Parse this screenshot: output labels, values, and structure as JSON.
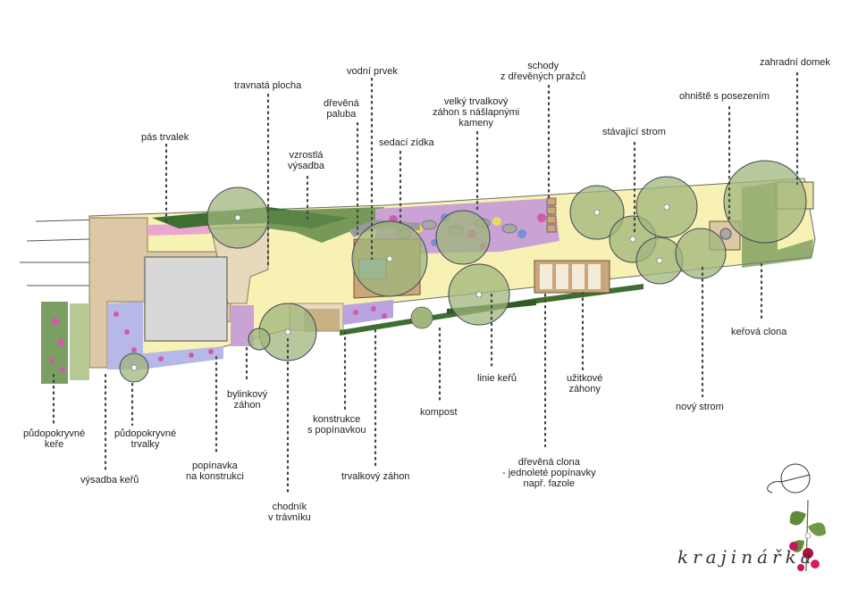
{
  "labels": {
    "zahradni_domek": "zahradní domek",
    "ohniste": "ohniště s posezením",
    "schody": "schody\nz dřevěných pražců",
    "vodni_prvek": "vodní prvek",
    "travnata_plocha": "travnatá plocha",
    "drevena_paluba": "dřevěná\npaluba",
    "velky_trvalkovy": "velký trvalkový\nzáhon s nášlapnými\nkameny",
    "pas_trvalek": "pás trvalek",
    "vzrostla_vysadba": "vzrostlá\nvýsadba",
    "sedaci_zidka": "sedací zídka",
    "stavajici_strom": "stávající strom",
    "kerova_clona": "keřová clona",
    "linie_keru": "linie keřů",
    "uzitkove_zahony": "užitkové\nzáhony",
    "bylinkovy_zahon": "bylinkový\nzáhon",
    "novy_strom": "nový strom",
    "kompost": "kompost",
    "konstrukce": "konstrukce\ns popínavkou",
    "pudopokryvne_kere": "půdopokryvné\nkeře",
    "pudopokryvne_trvalky": "půdopokryvné\ntrvalky",
    "popinavka": "popínavka\nna konstrukci",
    "drevena_clona": "dřevěná clona\n- jednoleté popínavky\nnapř. fazole",
    "vysadba_keru": "výsadba keřů",
    "trvalkovy_zahon": "trvalkový záhon",
    "chodnik": "chodník\nv trávníku"
  },
  "brand": "krajinářka",
  "colors": {
    "lawn": "#f7f2b4",
    "paving": "#dcc7a6",
    "house": "#d8d8d8",
    "tree_fill": "#9fb67c",
    "hedge": "#3f6e32",
    "flower_pink": "#d35aa8",
    "flower_blue": "#7a8fd6",
    "wood": "#c9a77a",
    "leader": "#444444"
  }
}
